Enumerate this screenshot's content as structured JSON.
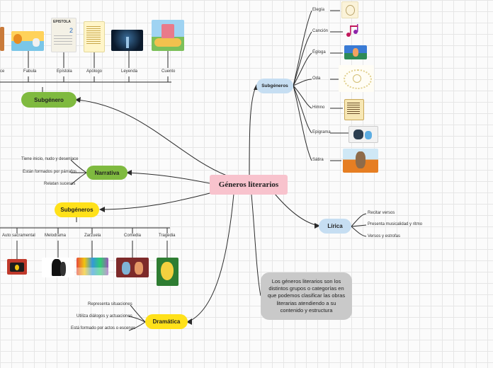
{
  "central": {
    "label": "Géneros literarios"
  },
  "top_left_subgenre": {
    "label": "Subgénero",
    "items": [
      "Fabula",
      "Epístola",
      "Apólogo",
      "Leyenda",
      "Cuento"
    ],
    "partial_label": "ce"
  },
  "narrativa": {
    "label": "Narrativa",
    "items": [
      "Tiene inicio, nudo y desenlace",
      "Están formados por párrafos",
      "Relatan sucesos"
    ]
  },
  "subgeneros_drama": {
    "label": "Subgéneros",
    "items": [
      "Auto sacramental",
      "Melodrama",
      "Zarzuela",
      "Comedia",
      "Tragedia"
    ]
  },
  "dramatica": {
    "label": "Dramática",
    "items": [
      "Representa situaciones",
      "Utiliza diálogos y actuaciones",
      "Está formado por actos o escenas"
    ]
  },
  "subgeneros_lirica": {
    "label": "Subgéneros",
    "items": [
      "Elegía",
      "Canción",
      "Égloga",
      "Oda",
      "Himno",
      "Epigrama",
      "Sátira"
    ]
  },
  "lirica": {
    "label": "Lírica",
    "items": [
      "Recitar versos",
      "Presenta musicalidad y ritmo",
      "Versos y estrofas"
    ]
  },
  "definition": "Los géneros literarios son los distintos grupos o categorías en que podemos clasificar las obras literarias atendiendo a su contenido y estructura",
  "thumb_text": {
    "epistola_title": "EPISTOLA",
    "epistola_number": "2"
  },
  "colors": {
    "green": "#7fba3f",
    "pink": "#f8c3cd",
    "yellow": "#ffe11a",
    "blue": "#c6def2",
    "gray": "#c9c9c9",
    "line": "#2b2b2b"
  }
}
